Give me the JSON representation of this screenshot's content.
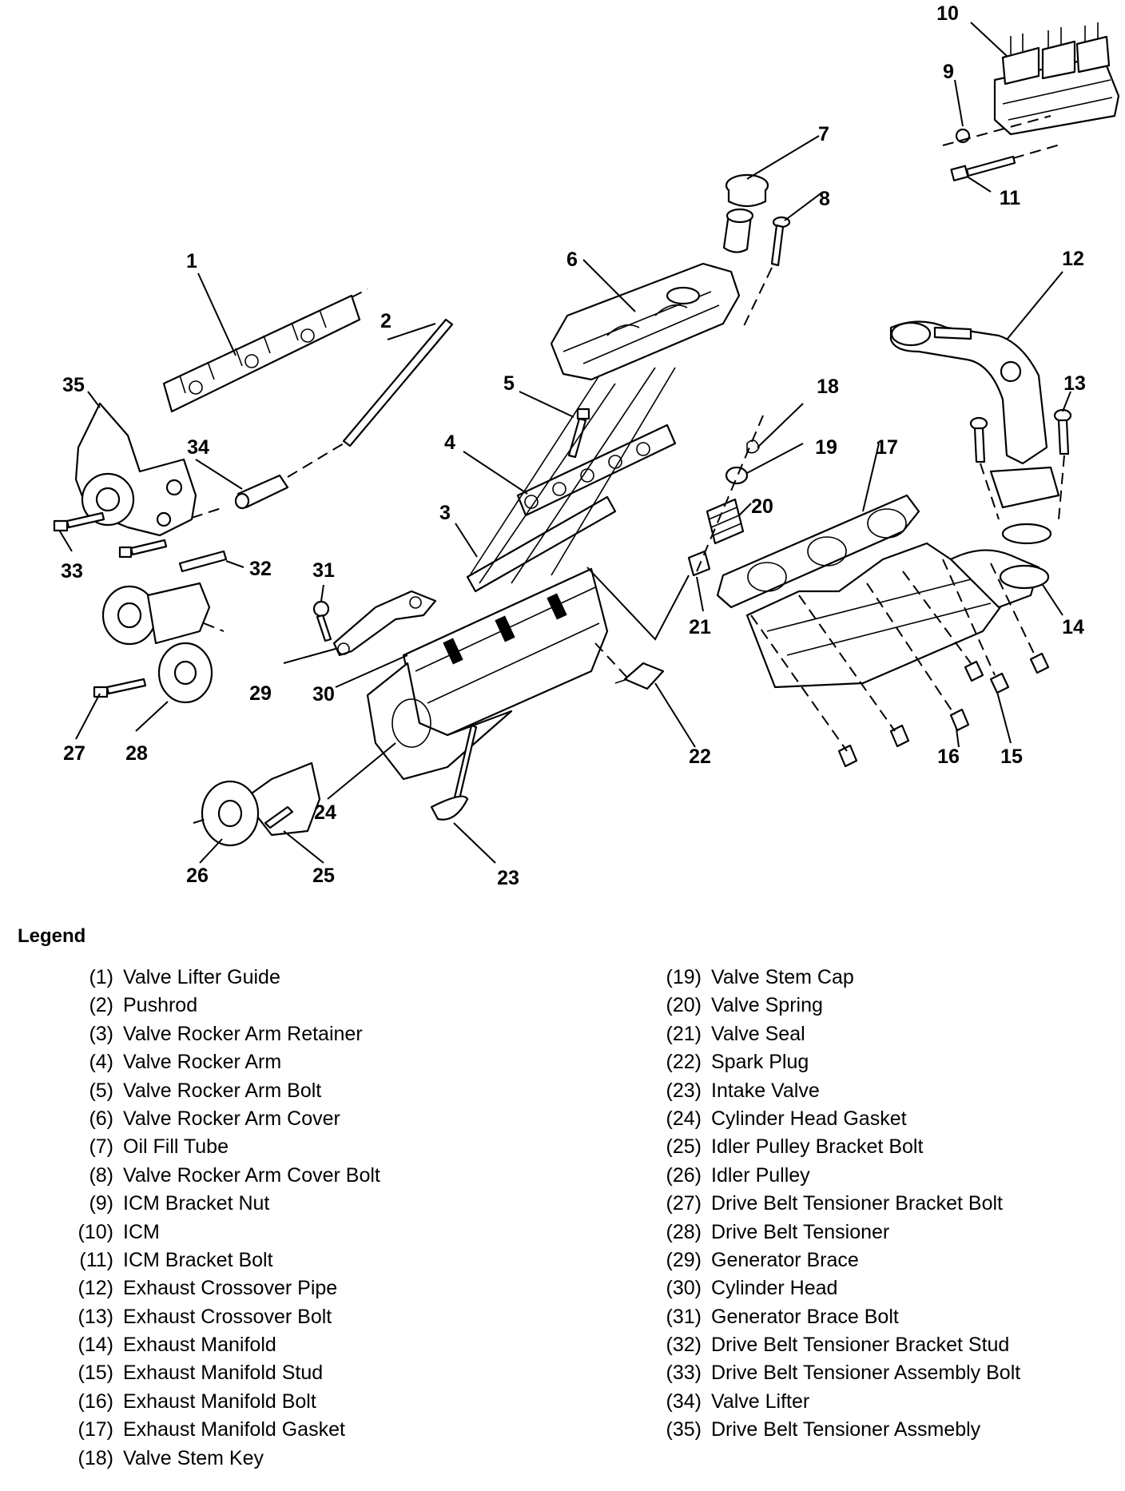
{
  "callouts": [
    "1",
    "2",
    "3",
    "4",
    "5",
    "6",
    "7",
    "8",
    "9",
    "10",
    "11",
    "12",
    "13",
    "14",
    "15",
    "16",
    "17",
    "18",
    "19",
    "20",
    "21",
    "22",
    "23",
    "24",
    "25",
    "26",
    "27",
    "28",
    "29",
    "30",
    "31",
    "32",
    "33",
    "34",
    "35"
  ],
  "legend": {
    "title": "Legend",
    "items": [
      {
        "num": "(1)",
        "label": "Valve Lifter Guide"
      },
      {
        "num": "(2)",
        "label": "Pushrod"
      },
      {
        "num": "(3)",
        "label": "Valve Rocker Arm Retainer"
      },
      {
        "num": "(4)",
        "label": "Valve Rocker Arm"
      },
      {
        "num": "(5)",
        "label": "Valve Rocker Arm Bolt"
      },
      {
        "num": "(6)",
        "label": "Valve Rocker Arm Cover"
      },
      {
        "num": "(7)",
        "label": "Oil Fill Tube"
      },
      {
        "num": "(8)",
        "label": "Valve Rocker Arm Cover Bolt"
      },
      {
        "num": "(9)",
        "label": "ICM Bracket Nut"
      },
      {
        "num": "(10)",
        "label": "ICM"
      },
      {
        "num": "(11)",
        "label": "ICM Bracket Bolt"
      },
      {
        "num": "(12)",
        "label": "Exhaust Crossover Pipe"
      },
      {
        "num": "(13)",
        "label": "Exhaust Crossover Bolt"
      },
      {
        "num": "(14)",
        "label": "Exhaust Manifold"
      },
      {
        "num": "(15)",
        "label": "Exhaust Manifold Stud"
      },
      {
        "num": "(16)",
        "label": "Exhaust Manifold Bolt"
      },
      {
        "num": "(17)",
        "label": "Exhaust Manifold Gasket"
      },
      {
        "num": "(18)",
        "label": "Valve Stem Key"
      },
      {
        "num": "(19)",
        "label": "Valve Stem Cap"
      },
      {
        "num": "(20)",
        "label": "Valve Spring"
      },
      {
        "num": "(21)",
        "label": "Valve Seal"
      },
      {
        "num": "(22)",
        "label": "Spark Plug"
      },
      {
        "num": "(23)",
        "label": "Intake Valve"
      },
      {
        "num": "(24)",
        "label": "Cylinder Head Gasket"
      },
      {
        "num": "(25)",
        "label": "Idler Pulley Bracket Bolt"
      },
      {
        "num": "(26)",
        "label": "Idler Pulley"
      },
      {
        "num": "(27)",
        "label": "Drive Belt Tensioner Bracket Bolt"
      },
      {
        "num": "(28)",
        "label": "Drive Belt Tensioner"
      },
      {
        "num": "(29)",
        "label": "Generator Brace"
      },
      {
        "num": "(30)",
        "label": "Cylinder Head"
      },
      {
        "num": "(31)",
        "label": "Generator Brace Bolt"
      },
      {
        "num": "(32)",
        "label": "Drive Belt Tensioner Bracket Stud"
      },
      {
        "num": "(33)",
        "label": "Drive Belt Tensioner Assembly Bolt"
      },
      {
        "num": "(34)",
        "label": "Valve Lifter"
      },
      {
        "num": "(35)",
        "label": "Drive Belt Tensioner Assmebly"
      }
    ]
  }
}
